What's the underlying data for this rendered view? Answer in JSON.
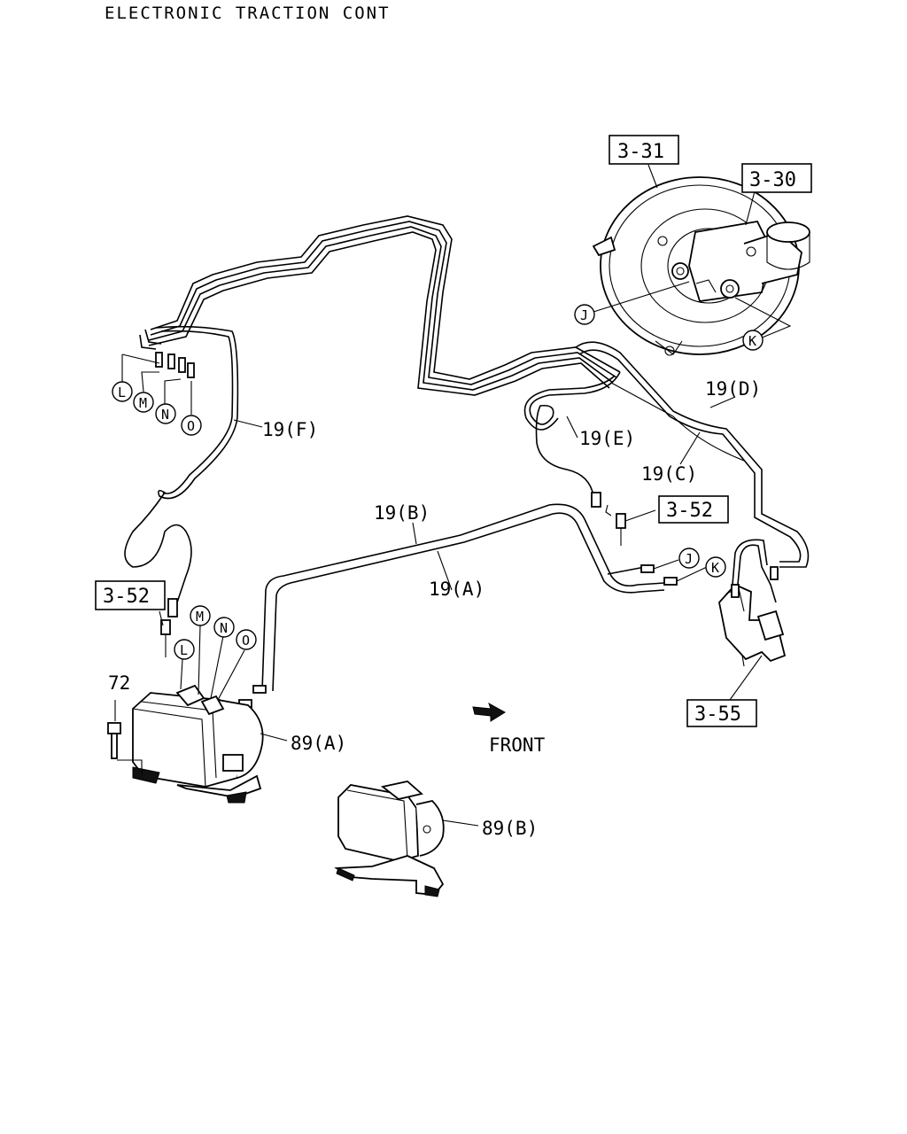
{
  "header": {
    "title": "ELECTRONIC TRACTION CONT"
  },
  "part_labels": {
    "line_19a": "19(A)",
    "line_19b": "19(B)",
    "line_19c": "19(C)",
    "line_19d": "19(D)",
    "line_19e": "19(E)",
    "line_19f": "19(F)",
    "unit_89a": "89(A)",
    "unit_89b": "89(B)",
    "bolt_72": "72"
  },
  "references": {
    "booster": "3-31",
    "master_cylinder": "3-30",
    "hose_upper": "3-52",
    "hose_left": "3-52",
    "bracket": "3-55"
  },
  "connectors": {
    "top_left": [
      "L",
      "M",
      "N",
      "O"
    ],
    "unit": [
      "L",
      "M",
      "N",
      "O"
    ],
    "master_j": "J",
    "master_k": "K",
    "line_j": "J",
    "line_k": "K"
  },
  "direction": {
    "label": "FRONT"
  }
}
